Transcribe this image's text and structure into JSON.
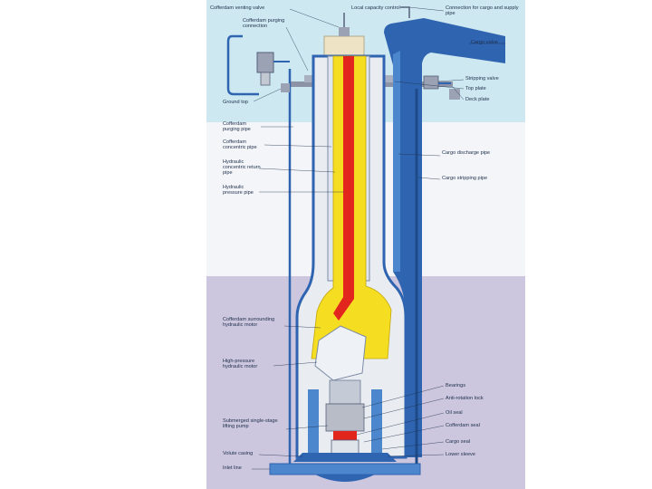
{
  "labels_left": [
    "Cofferdam venting valve",
    "Cofferdam purging connection",
    "Ground top",
    "Cofferdam purging pipe",
    "Cofferdam concentric pipe",
    "Hydraulic concentric return pipe",
    "Hydraulic pressure pipe",
    "Cofferdam surrounding hydraulic motor",
    "High-pressure hydraulic motor",
    "Submerged single-stage lifting pump",
    "Volute casing",
    "Inlet line"
  ],
  "labels_top": [
    "Local capacity control"
  ],
  "labels_right": [
    "Connection for cargo and supply pipe",
    "Cargo valve",
    "Stripping valve",
    "Top plate",
    "Deck plate",
    "Cargo discharge pipe",
    "Cargo stripping pipe",
    "Bearings",
    "Anti-rotation lock",
    "Oil seal",
    "Cofferdam seal",
    "Cargo seal",
    "Lower sleeve"
  ],
  "colors": {
    "deck_area": "#cde8f0",
    "tank_area": "#ccc6de",
    "pipe_blue": "#2f64b0",
    "pipe_blue_light": "#4c86cc",
    "hydraulic_red": "#e3261d",
    "hydraulic_yellow": "#f5dd22",
    "casing_grey": "#b8bcc6"
  }
}
